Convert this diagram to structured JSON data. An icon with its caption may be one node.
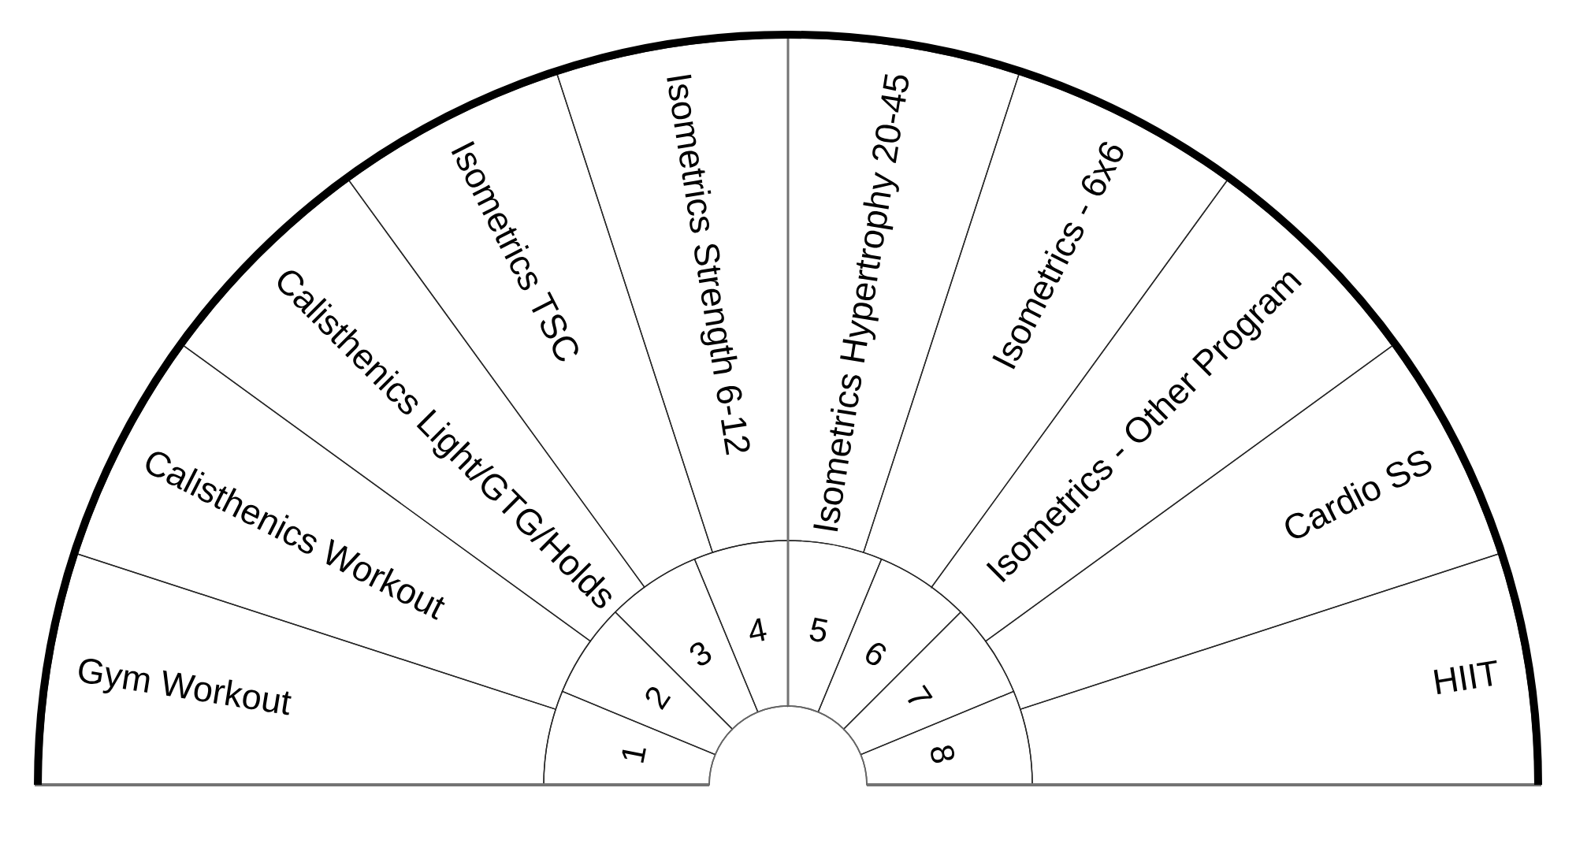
{
  "diagram": {
    "nodes": [
      {
        "text": [
          "Gym Workout"
        ]
      },
      {
        "text": [
          "Calisthenics Workout"
        ]
      },
      {
        "text": [
          "Calisthenics Light/GTG/Holds"
        ]
      },
      {
        "text": [
          "Isometrics TSC"
        ]
      },
      {
        "text": [
          "Isometrics Strength 6-12"
        ]
      },
      {
        "text": [
          "Isometrics Hypertrophy 20-45"
        ]
      },
      {
        "text": [
          "Isometrics - 6x6"
        ]
      },
      {
        "text": [
          "Isometrics - Other Program"
        ]
      },
      {
        "text": [
          "Cardio SS"
        ]
      },
      {
        "text": [
          "HIIT"
        ]
      },
      {
        "text": [
          "1"
        ]
      },
      {
        "text": [
          "2"
        ]
      },
      {
        "text": [
          "3"
        ]
      },
      {
        "text": [
          "4"
        ]
      },
      {
        "text": [
          "5"
        ]
      },
      {
        "text": [
          "6"
        ]
      },
      {
        "text": [
          "7"
        ]
      },
      {
        "text": [
          "8"
        ]
      }
    ]
  }
}
